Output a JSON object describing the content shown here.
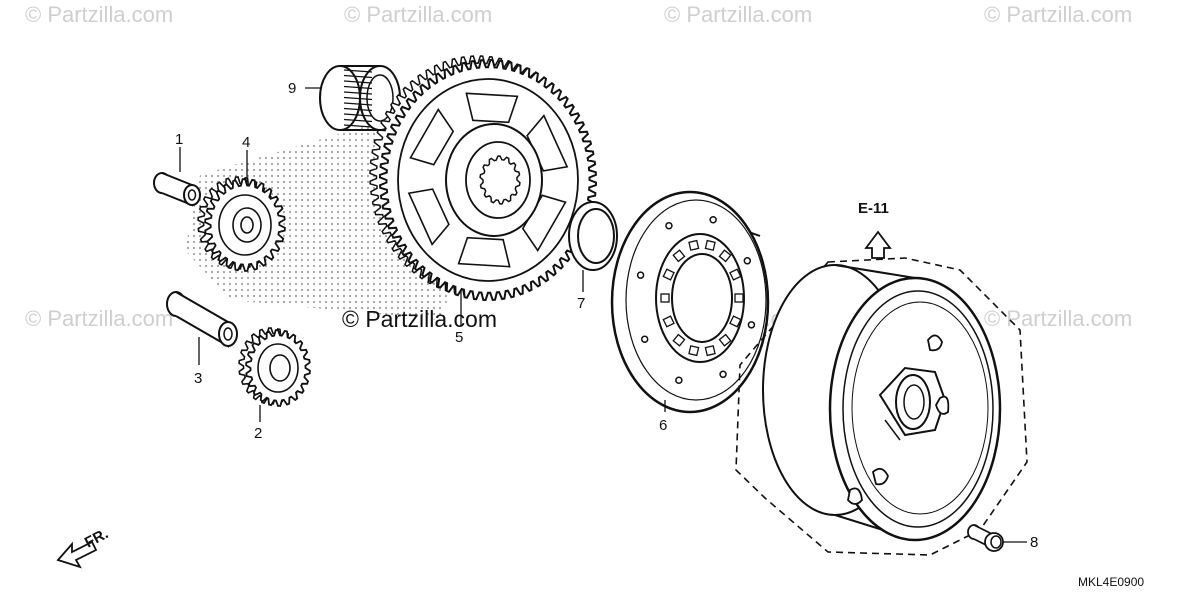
{
  "watermark": "© Partzilla.com",
  "center_watermark": "© Partzilla.com",
  "reference": {
    "label": "E-11"
  },
  "front_arrow_label": "FR.",
  "diagram_code": "MKL4E0900",
  "callouts": [
    {
      "id": "1",
      "part": "dowel-pin-short"
    },
    {
      "id": "2",
      "part": "small-gear"
    },
    {
      "id": "3",
      "part": "dowel-pin-long"
    },
    {
      "id": "4",
      "part": "idle-gear"
    },
    {
      "id": "5",
      "part": "driven-starter-gear"
    },
    {
      "id": "6",
      "part": "starter-clutch"
    },
    {
      "id": "7",
      "part": "washer"
    },
    {
      "id": "8",
      "part": "flange-bolt"
    },
    {
      "id": "9",
      "part": "needle-bearing"
    }
  ]
}
